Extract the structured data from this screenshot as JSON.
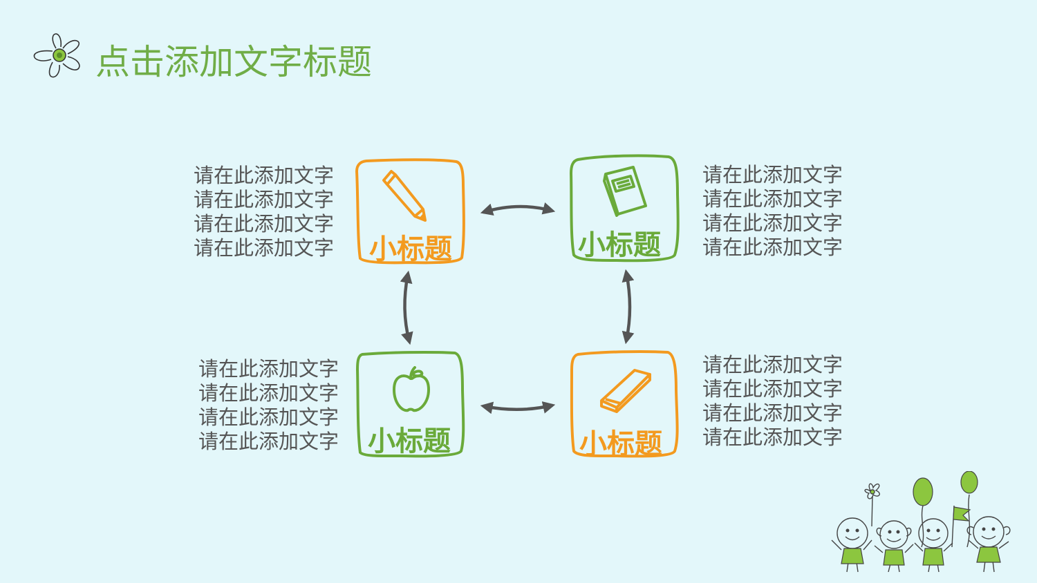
{
  "title": "点击添加文字标题",
  "colors": {
    "orange": "#f39a1f",
    "green": "#6aaa3a",
    "arrow": "#555555",
    "background": "#e3f7fa"
  },
  "boxes": [
    {
      "label": "小标题",
      "icon": "pencil-icon",
      "color": "orange",
      "lines": [
        "请在此添加文字",
        "请在此添加文字",
        "请在此添加文字",
        "请在此添加文字"
      ]
    },
    {
      "label": "小标题",
      "icon": "book-icon",
      "color": "green",
      "lines": [
        "请在此添加文字",
        "请在此添加文字",
        "请在此添加文字",
        "请在此添加文字"
      ]
    },
    {
      "label": "小标题",
      "icon": "apple-icon",
      "color": "green",
      "lines": [
        "请在此添加文字",
        "请在此添加文字",
        "请在此添加文字",
        "请在此添加文字"
      ]
    },
    {
      "label": "小标题",
      "icon": "eraser-icon",
      "color": "orange",
      "lines": [
        "请在此添加文字",
        "请在此添加文字",
        "请在此添加文字",
        "请在此添加文字"
      ]
    }
  ]
}
